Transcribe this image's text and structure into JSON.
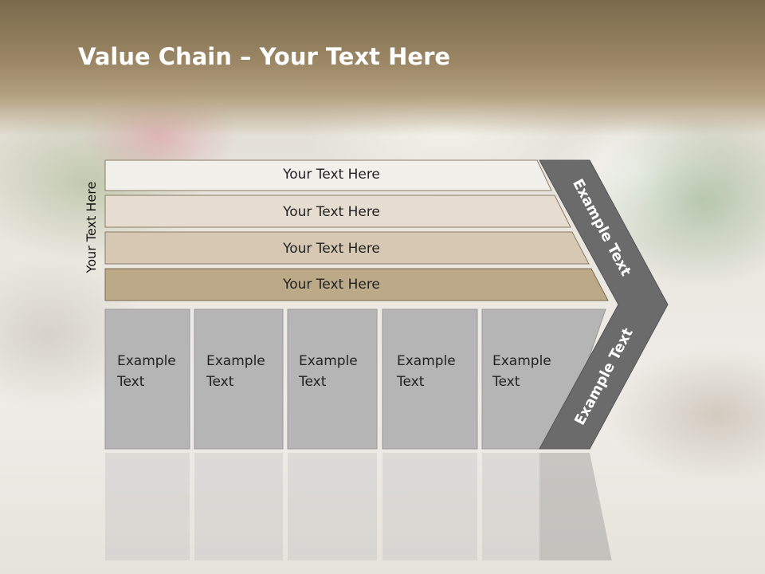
{
  "slide": {
    "title_bold": "Value Chain",
    "title_rest": " – Your Text Here",
    "side_label": "Your Text Here",
    "rows": [
      "Your Text Here",
      "Your Text Here",
      "Your Text Here",
      "Your Text Here"
    ],
    "boxes": [
      {
        "line1": "Example",
        "line2": "Text"
      },
      {
        "line1": "Example",
        "line2": "Text"
      },
      {
        "line1": "Example",
        "line2": "Text"
      },
      {
        "line1": "Example",
        "line2": "Text"
      },
      {
        "line1": "Example",
        "line2": "Text"
      }
    ],
    "arrow_upper": "Example Text",
    "arrow_lower": "Example Text"
  },
  "colors": {
    "row1": "#f2f0eb",
    "row2": "#e6ddd0",
    "row3": "#d6c8b3",
    "row4": "#bca988",
    "boxes": "#b5b5b5",
    "chevron": "#6b6b6b",
    "band": "#9a8664"
  }
}
